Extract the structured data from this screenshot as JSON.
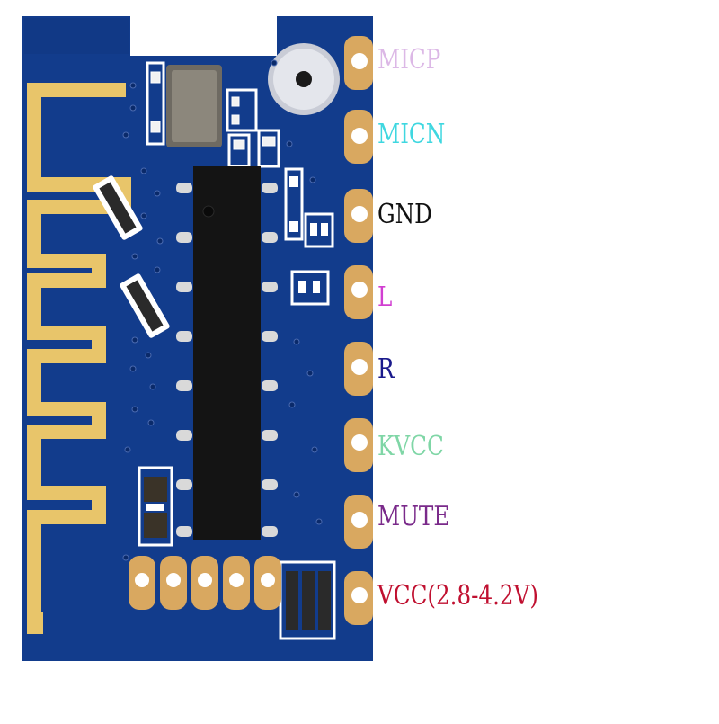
{
  "image": {
    "subject": "Bluetooth audio module PCB with pin labels",
    "board_color": "#123c8c",
    "antenna_color": "#e8c56a",
    "pad_color": "#d9a860"
  },
  "pins": [
    {
      "label": "MICP",
      "color": "#dcb8e6"
    },
    {
      "label": "MICN",
      "color": "#3fd7e0"
    },
    {
      "label": "GND",
      "color": "#111111"
    },
    {
      "label": "L",
      "color": "#d13fd1"
    },
    {
      "label": "R",
      "color": "#1a1a8c"
    },
    {
      "label": "KVCC",
      "color": "#7fd6a6"
    },
    {
      "label": "MUTE",
      "color": "#7a2a8a"
    },
    {
      "label": "VCC(2.8-4.2V)",
      "color": "#c01030"
    }
  ]
}
